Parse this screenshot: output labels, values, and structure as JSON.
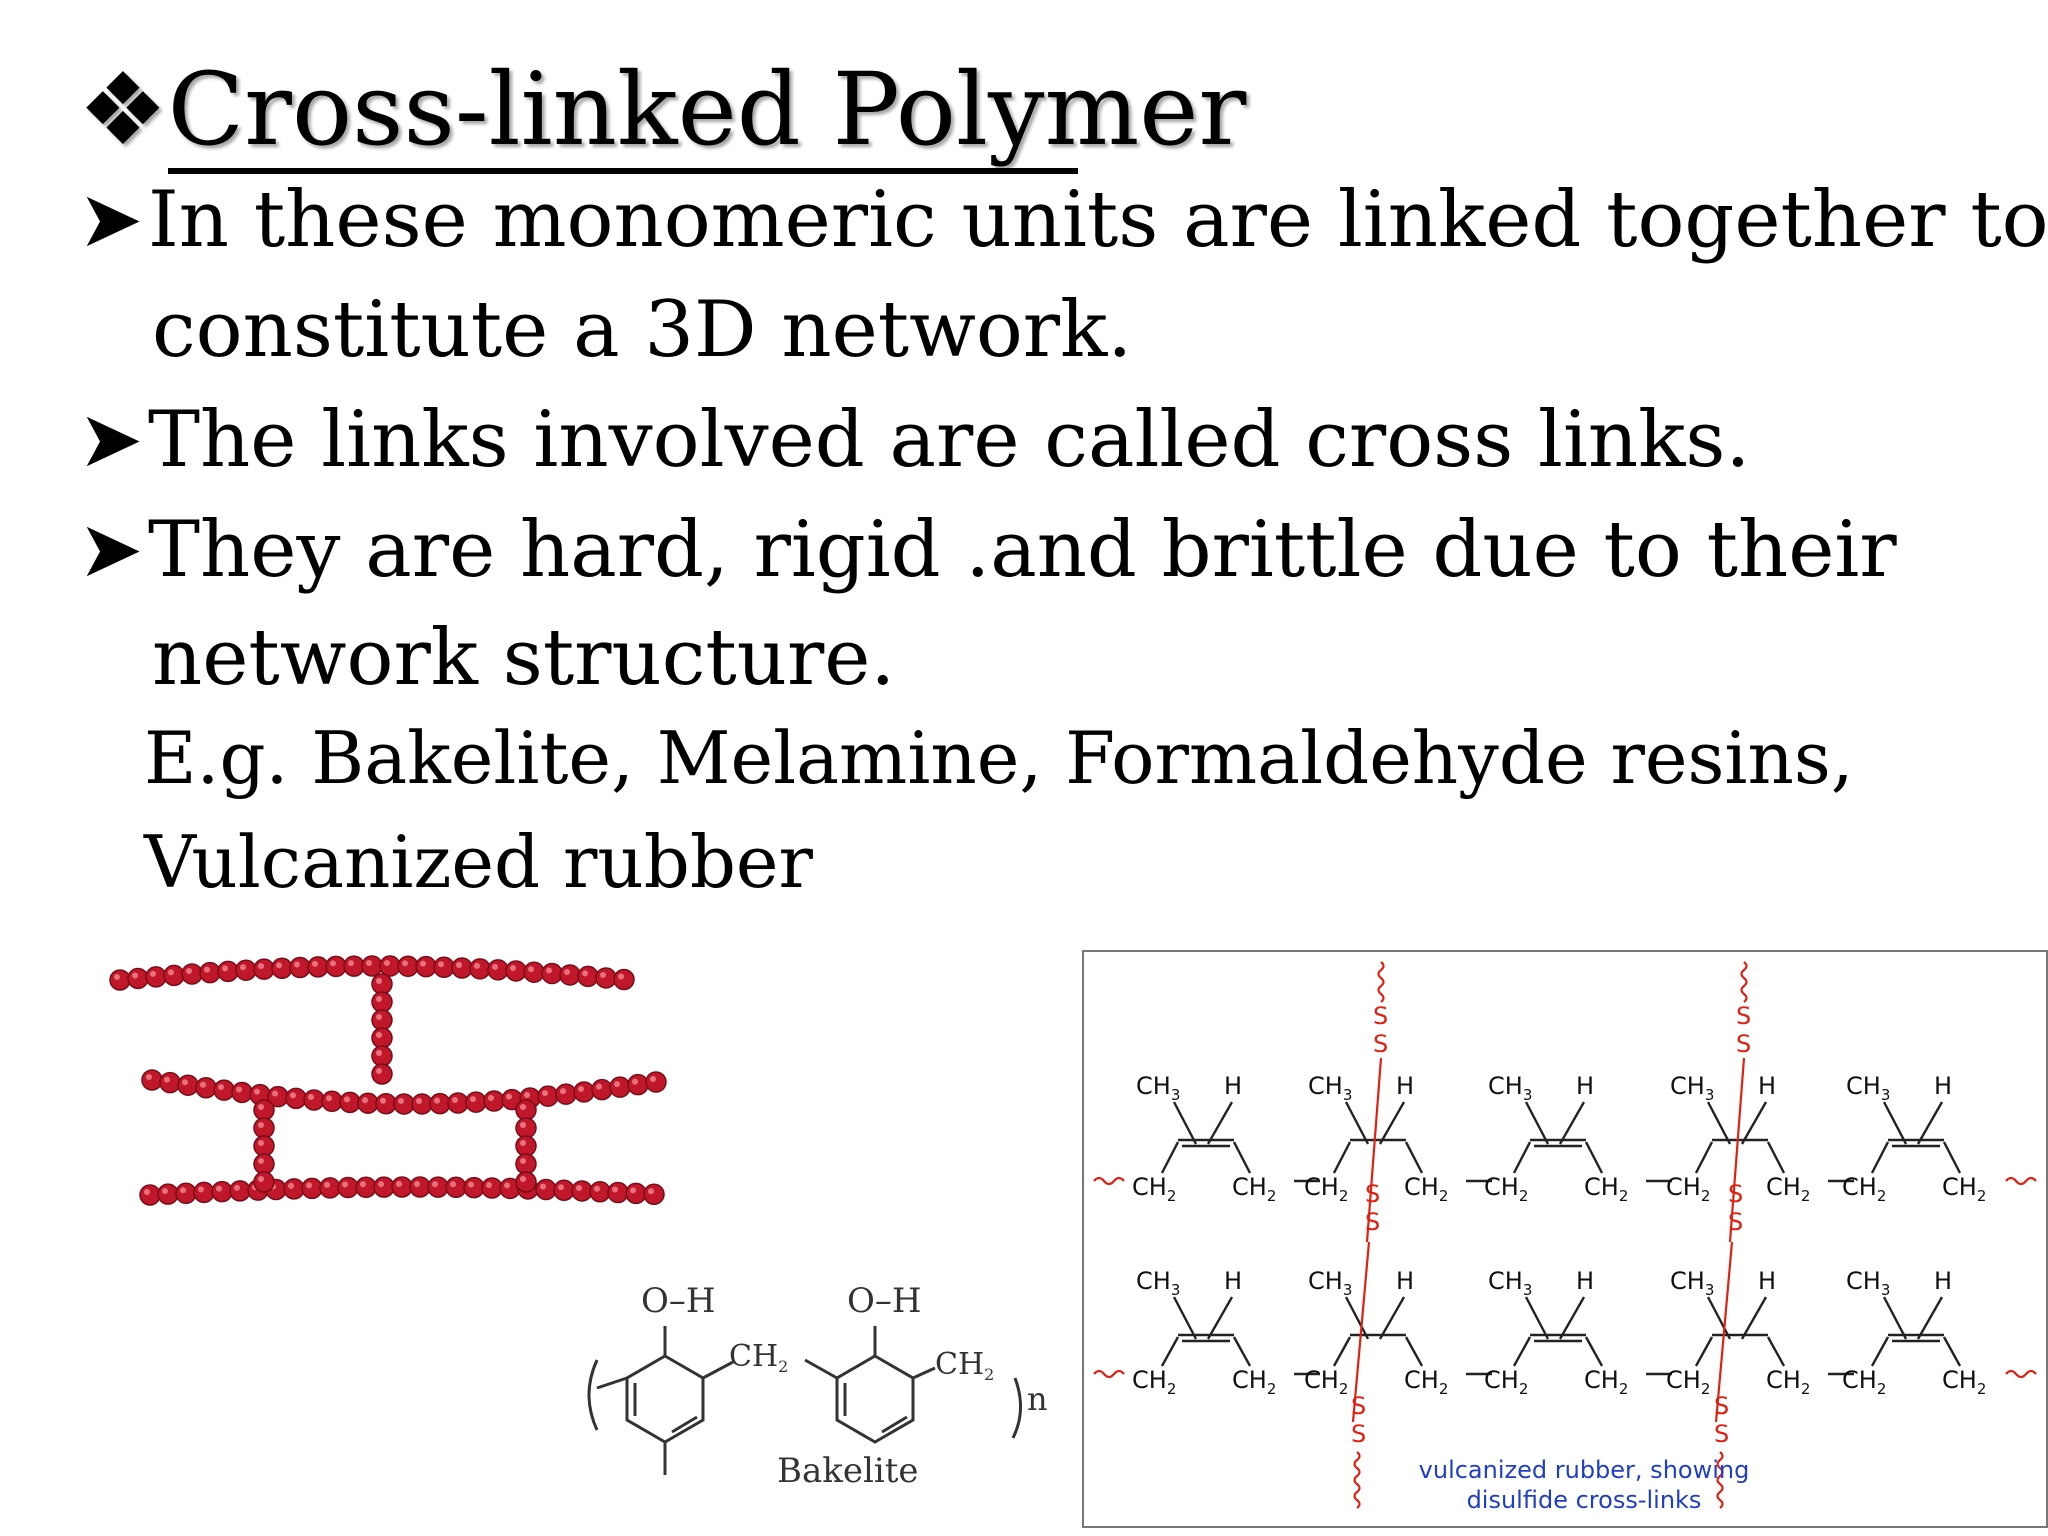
{
  "title": "Cross-linked Polymer",
  "bullets": [
    {
      "line1": "In these monomeric units are linked together to",
      "line2": "constitute a 3D network."
    },
    {
      "line1": "The links involved are called cross links."
    },
    {
      "line1": "They are hard, rigid .and brittle due to their",
      "line2": "network structure."
    }
  ],
  "example": {
    "line1": "E.g. Bakelite, Melamine, Formaldehyde resins,",
    "line2": "Vulcanized rubber"
  },
  "bakelite": {
    "oh1": "O–H",
    "oh2": "O–H",
    "ch2_1": "CH",
    "ch2_2": "CH",
    "sub": "2",
    "n": "n",
    "label": "Bakelite"
  },
  "rubber": {
    "caption_line1": "vulcanized rubber, showing",
    "caption_line2": "disulfide cross-links",
    "ch3": "CH",
    "ch2": "CH",
    "three": "3",
    "two": "2",
    "h": "H",
    "s": "S"
  },
  "colors": {
    "bead": "#c0182a",
    "sulfur": "#e02010",
    "caption": "#1f3fc8"
  }
}
